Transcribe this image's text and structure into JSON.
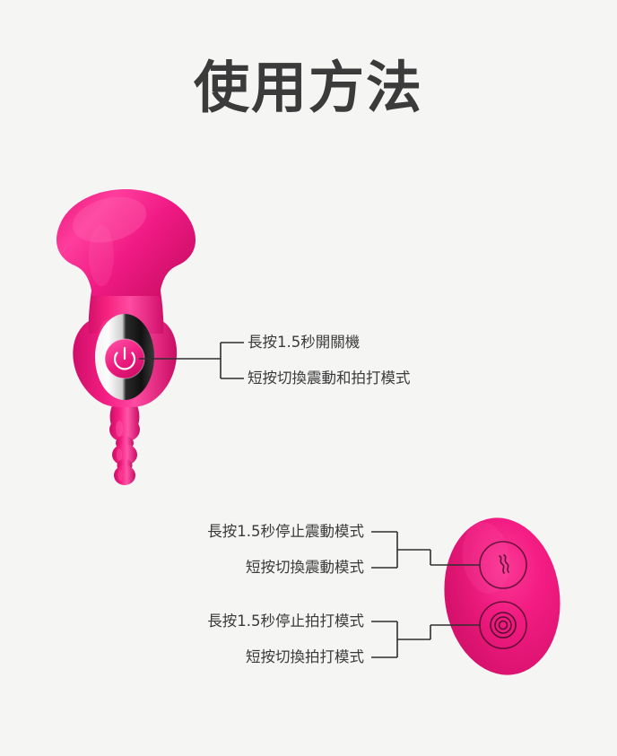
{
  "page": {
    "title": "使用方法",
    "background_color": "#f5f5f4",
    "text_color": "#3a3a3a",
    "product_color": "#ec1a7e",
    "product_color_dark": "#c50f63",
    "product_color_light": "#ff4fa5"
  },
  "device": {
    "name": "wearable-vibrator",
    "power_button": {
      "icon": "power-icon",
      "panel": "metallic-oval-panel"
    },
    "callouts": [
      {
        "id": "long-press-power",
        "text": "長按1.5秒開關機"
      },
      {
        "id": "short-press-mode",
        "text": "短按切換震動和拍打模式"
      }
    ]
  },
  "remote": {
    "name": "remote-control",
    "buttons": [
      {
        "id": "vibration-button",
        "icon": "wave-icon"
      },
      {
        "id": "tapping-button",
        "icon": "concentric-circles-icon"
      }
    ],
    "groups": [
      {
        "id": "vibration-group",
        "callouts": [
          {
            "id": "long-press-stop-vibration",
            "text": "長按1.5秒停止震動模式"
          },
          {
            "id": "short-press-switch-vibration",
            "text": "短按切換震動模式"
          }
        ]
      },
      {
        "id": "tapping-group",
        "callouts": [
          {
            "id": "long-press-stop-tapping",
            "text": "長按1.5秒停止拍打模式"
          },
          {
            "id": "short-press-switch-tapping",
            "text": "短按切換拍打模式"
          }
        ]
      }
    ]
  }
}
